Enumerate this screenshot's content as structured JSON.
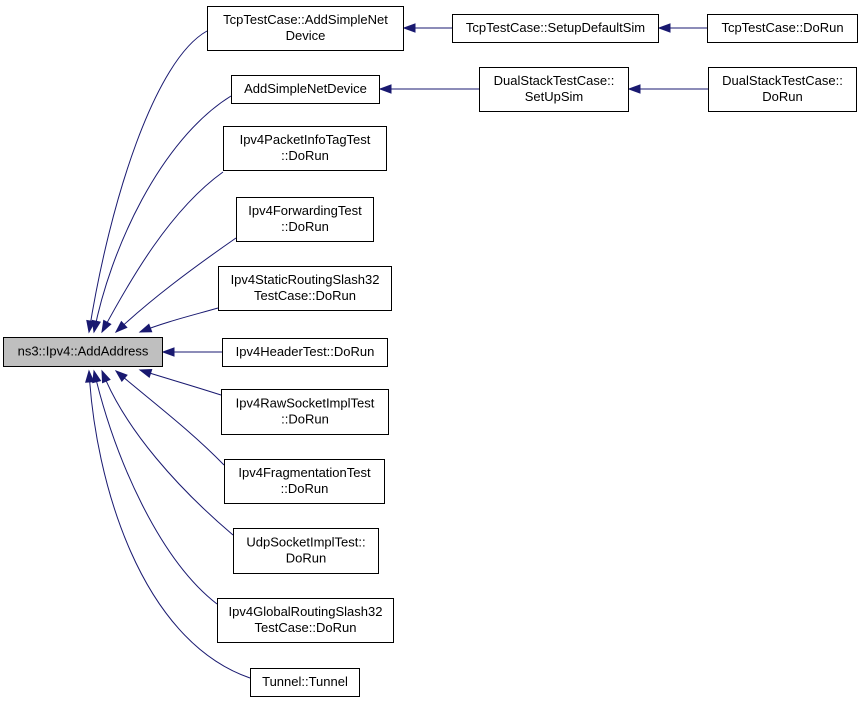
{
  "nodes": [
    {
      "id": "root",
      "lines": [
        "ns3::Ipv4::AddAddress"
      ],
      "highlight": true
    },
    {
      "id": "tcp_add",
      "lines": [
        "TcpTestCase::AddSimpleNet",
        "Device"
      ]
    },
    {
      "id": "tcp_setup",
      "lines": [
        "TcpTestCase::SetupDefaultSim"
      ]
    },
    {
      "id": "tcp_dorun",
      "lines": [
        "TcpTestCase::DoRun"
      ]
    },
    {
      "id": "add_simple",
      "lines": [
        "AddSimpleNetDevice"
      ]
    },
    {
      "id": "ds_setup",
      "lines": [
        "DualStackTestCase::",
        "SetUpSim"
      ]
    },
    {
      "id": "ds_dorun",
      "lines": [
        "DualStackTestCase::",
        "DoRun"
      ]
    },
    {
      "id": "pkt_info",
      "lines": [
        "Ipv4PacketInfoTagTest",
        "::DoRun"
      ]
    },
    {
      "id": "fwd",
      "lines": [
        "Ipv4ForwardingTest",
        "::DoRun"
      ]
    },
    {
      "id": "static32",
      "lines": [
        "Ipv4StaticRoutingSlash32",
        "TestCase::DoRun"
      ]
    },
    {
      "id": "header",
      "lines": [
        "Ipv4HeaderTest::DoRun"
      ]
    },
    {
      "id": "raw",
      "lines": [
        "Ipv4RawSocketImplTest",
        "::DoRun"
      ]
    },
    {
      "id": "frag",
      "lines": [
        "Ipv4FragmentationTest",
        "::DoRun"
      ]
    },
    {
      "id": "udp",
      "lines": [
        "UdpSocketImplTest::",
        "DoRun"
      ]
    },
    {
      "id": "global32",
      "lines": [
        "Ipv4GlobalRoutingSlash32",
        "TestCase::DoRun"
      ]
    },
    {
      "id": "tunnel",
      "lines": [
        "Tunnel::Tunnel"
      ]
    }
  ],
  "edges": [
    {
      "from": "tcp_add",
      "to": "root"
    },
    {
      "from": "add_simple",
      "to": "root"
    },
    {
      "from": "pkt_info",
      "to": "root"
    },
    {
      "from": "fwd",
      "to": "root"
    },
    {
      "from": "static32",
      "to": "root"
    },
    {
      "from": "header",
      "to": "root"
    },
    {
      "from": "raw",
      "to": "root"
    },
    {
      "from": "frag",
      "to": "root"
    },
    {
      "from": "udp",
      "to": "root"
    },
    {
      "from": "global32",
      "to": "root"
    },
    {
      "from": "tunnel",
      "to": "root"
    },
    {
      "from": "tcp_setup",
      "to": "tcp_add"
    },
    {
      "from": "tcp_dorun",
      "to": "tcp_setup"
    },
    {
      "from": "ds_setup",
      "to": "add_simple"
    },
    {
      "from": "ds_dorun",
      "to": "ds_setup"
    }
  ],
  "colors": {
    "edge": "#191970",
    "root_fill": "#bfbfbf",
    "node_fill": "#ffffff",
    "border": "#000000"
  }
}
